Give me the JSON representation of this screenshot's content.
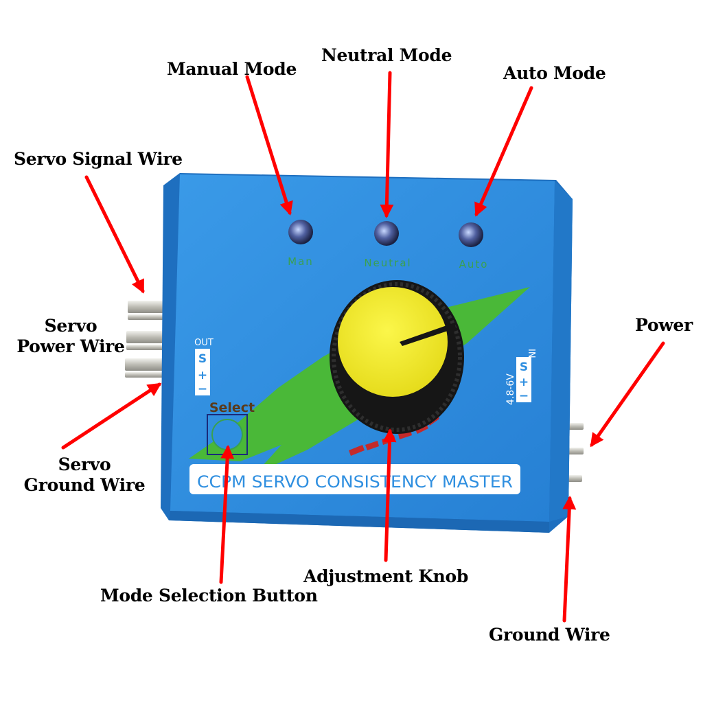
{
  "callouts": {
    "manual_mode": "Manual Mode",
    "neutral_mode": "Neutral Mode",
    "auto_mode": "Auto Mode",
    "servo_signal_wire": "Servo Signal Wire",
    "servo_power_wire_line1": "Servo",
    "servo_power_wire_line2": "Power Wire",
    "power": "Power",
    "servo_ground_wire_line1": "Servo",
    "servo_ground_wire_line2": "Ground Wire",
    "adjustment_knob": "Adjustment Knob",
    "mode_selection_button": "Mode Selection Button",
    "ground_wire": "Ground Wire"
  },
  "device": {
    "led_man": "Man",
    "led_neutral": "Neutral",
    "led_auto": "Auto",
    "out_label": "OUT",
    "in_label": "IN",
    "voltage": "4.8-6V",
    "pin_s": "S",
    "pin_plus": "+",
    "pin_minus": "−",
    "select_label": "Select",
    "product_name": "CCPM SERVO CONSISTENCY MASTER"
  },
  "colors": {
    "case_blue": "#2f8fe0",
    "stripe_green": "#4ab838",
    "knob_yellow": "#f4ee2a",
    "arrow_red": "#ff0000",
    "label_green": "#3aa050"
  }
}
